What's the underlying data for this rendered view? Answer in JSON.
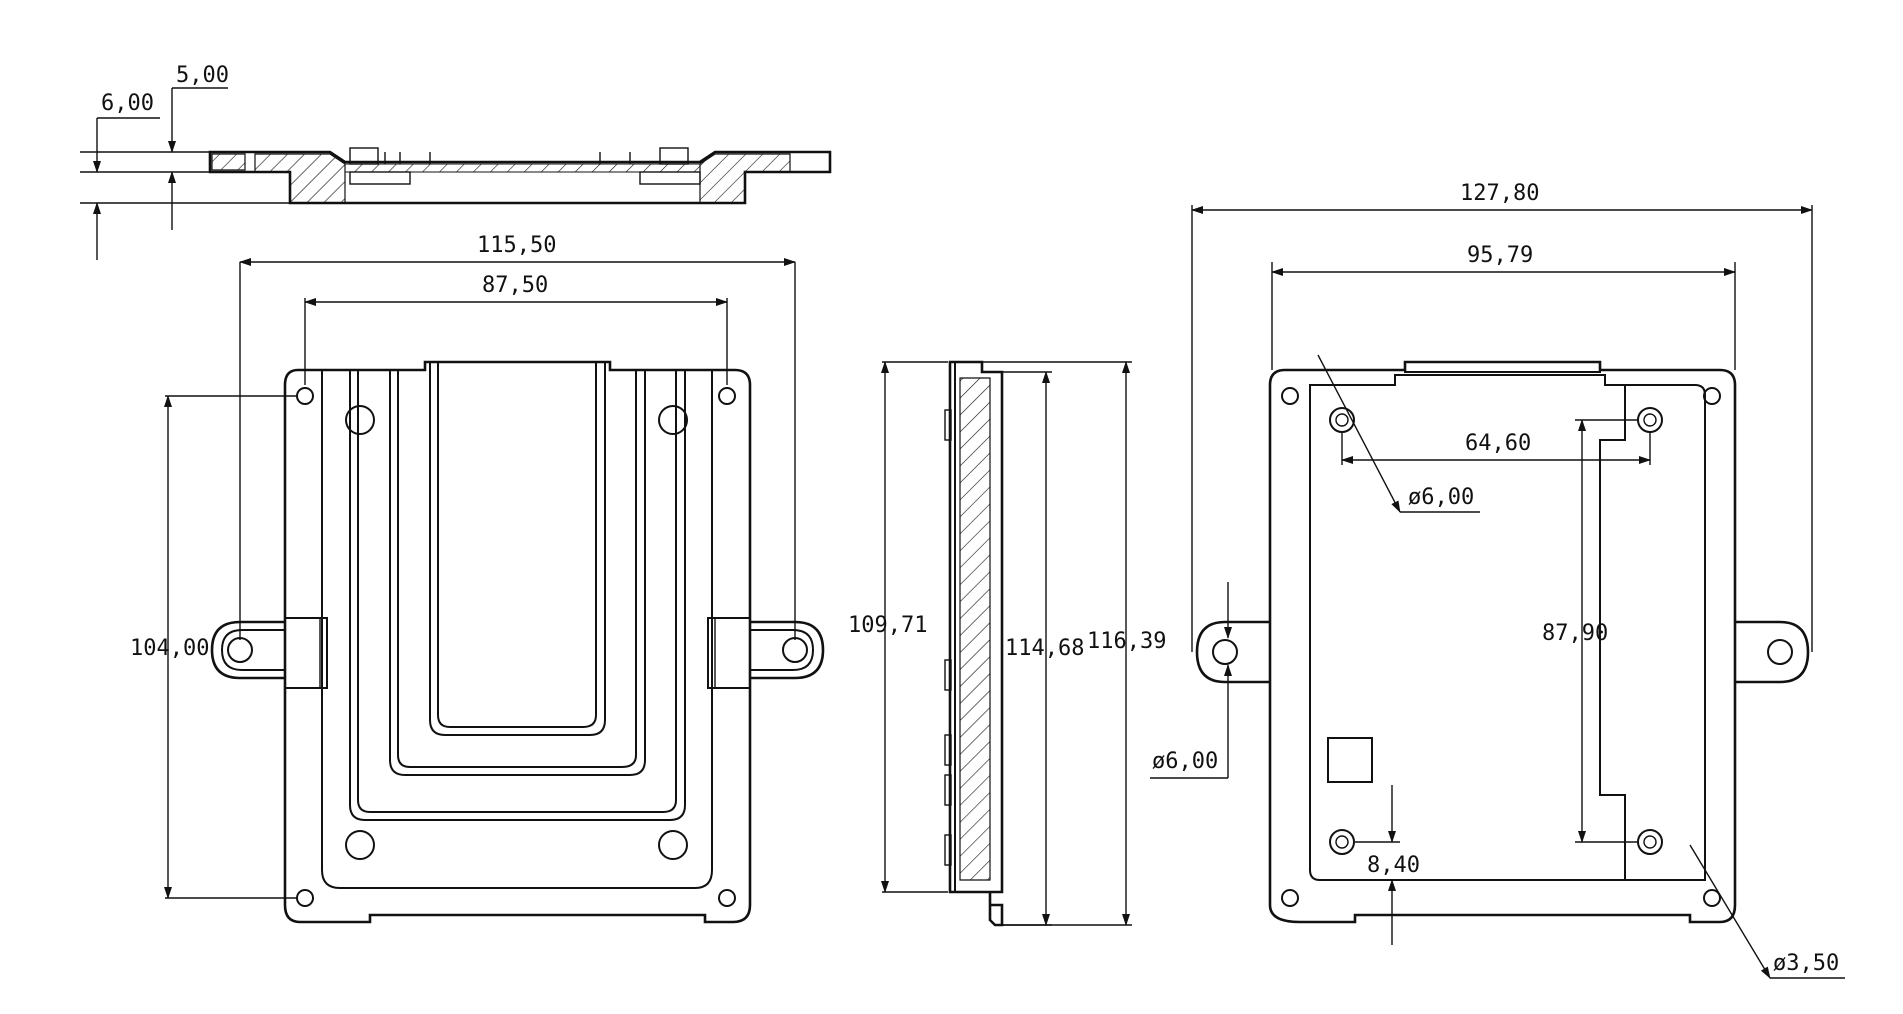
{
  "drawing": {
    "stroke_color": "#111111",
    "background": "#ffffff",
    "dimensions": {
      "top_section_overall": "6,00",
      "top_section_step": "5,00",
      "front_overall_width": "115,50",
      "front_inner_width": "87,50",
      "front_hole_vertical": "104,00",
      "side_height_a": "109,71",
      "side_height_b": "114,68",
      "side_height_c": "116,39",
      "back_overall_width": "127,80",
      "back_inner_width": "95,79",
      "back_hole_horizontal": "64,60",
      "back_hole_vertical": "87,90",
      "back_hole_diameter": "ø6,00",
      "ear_hole_diameter": "ø6,00",
      "back_bottom_offset": "8,40",
      "corner_hole_diameter": "ø3,50"
    }
  }
}
